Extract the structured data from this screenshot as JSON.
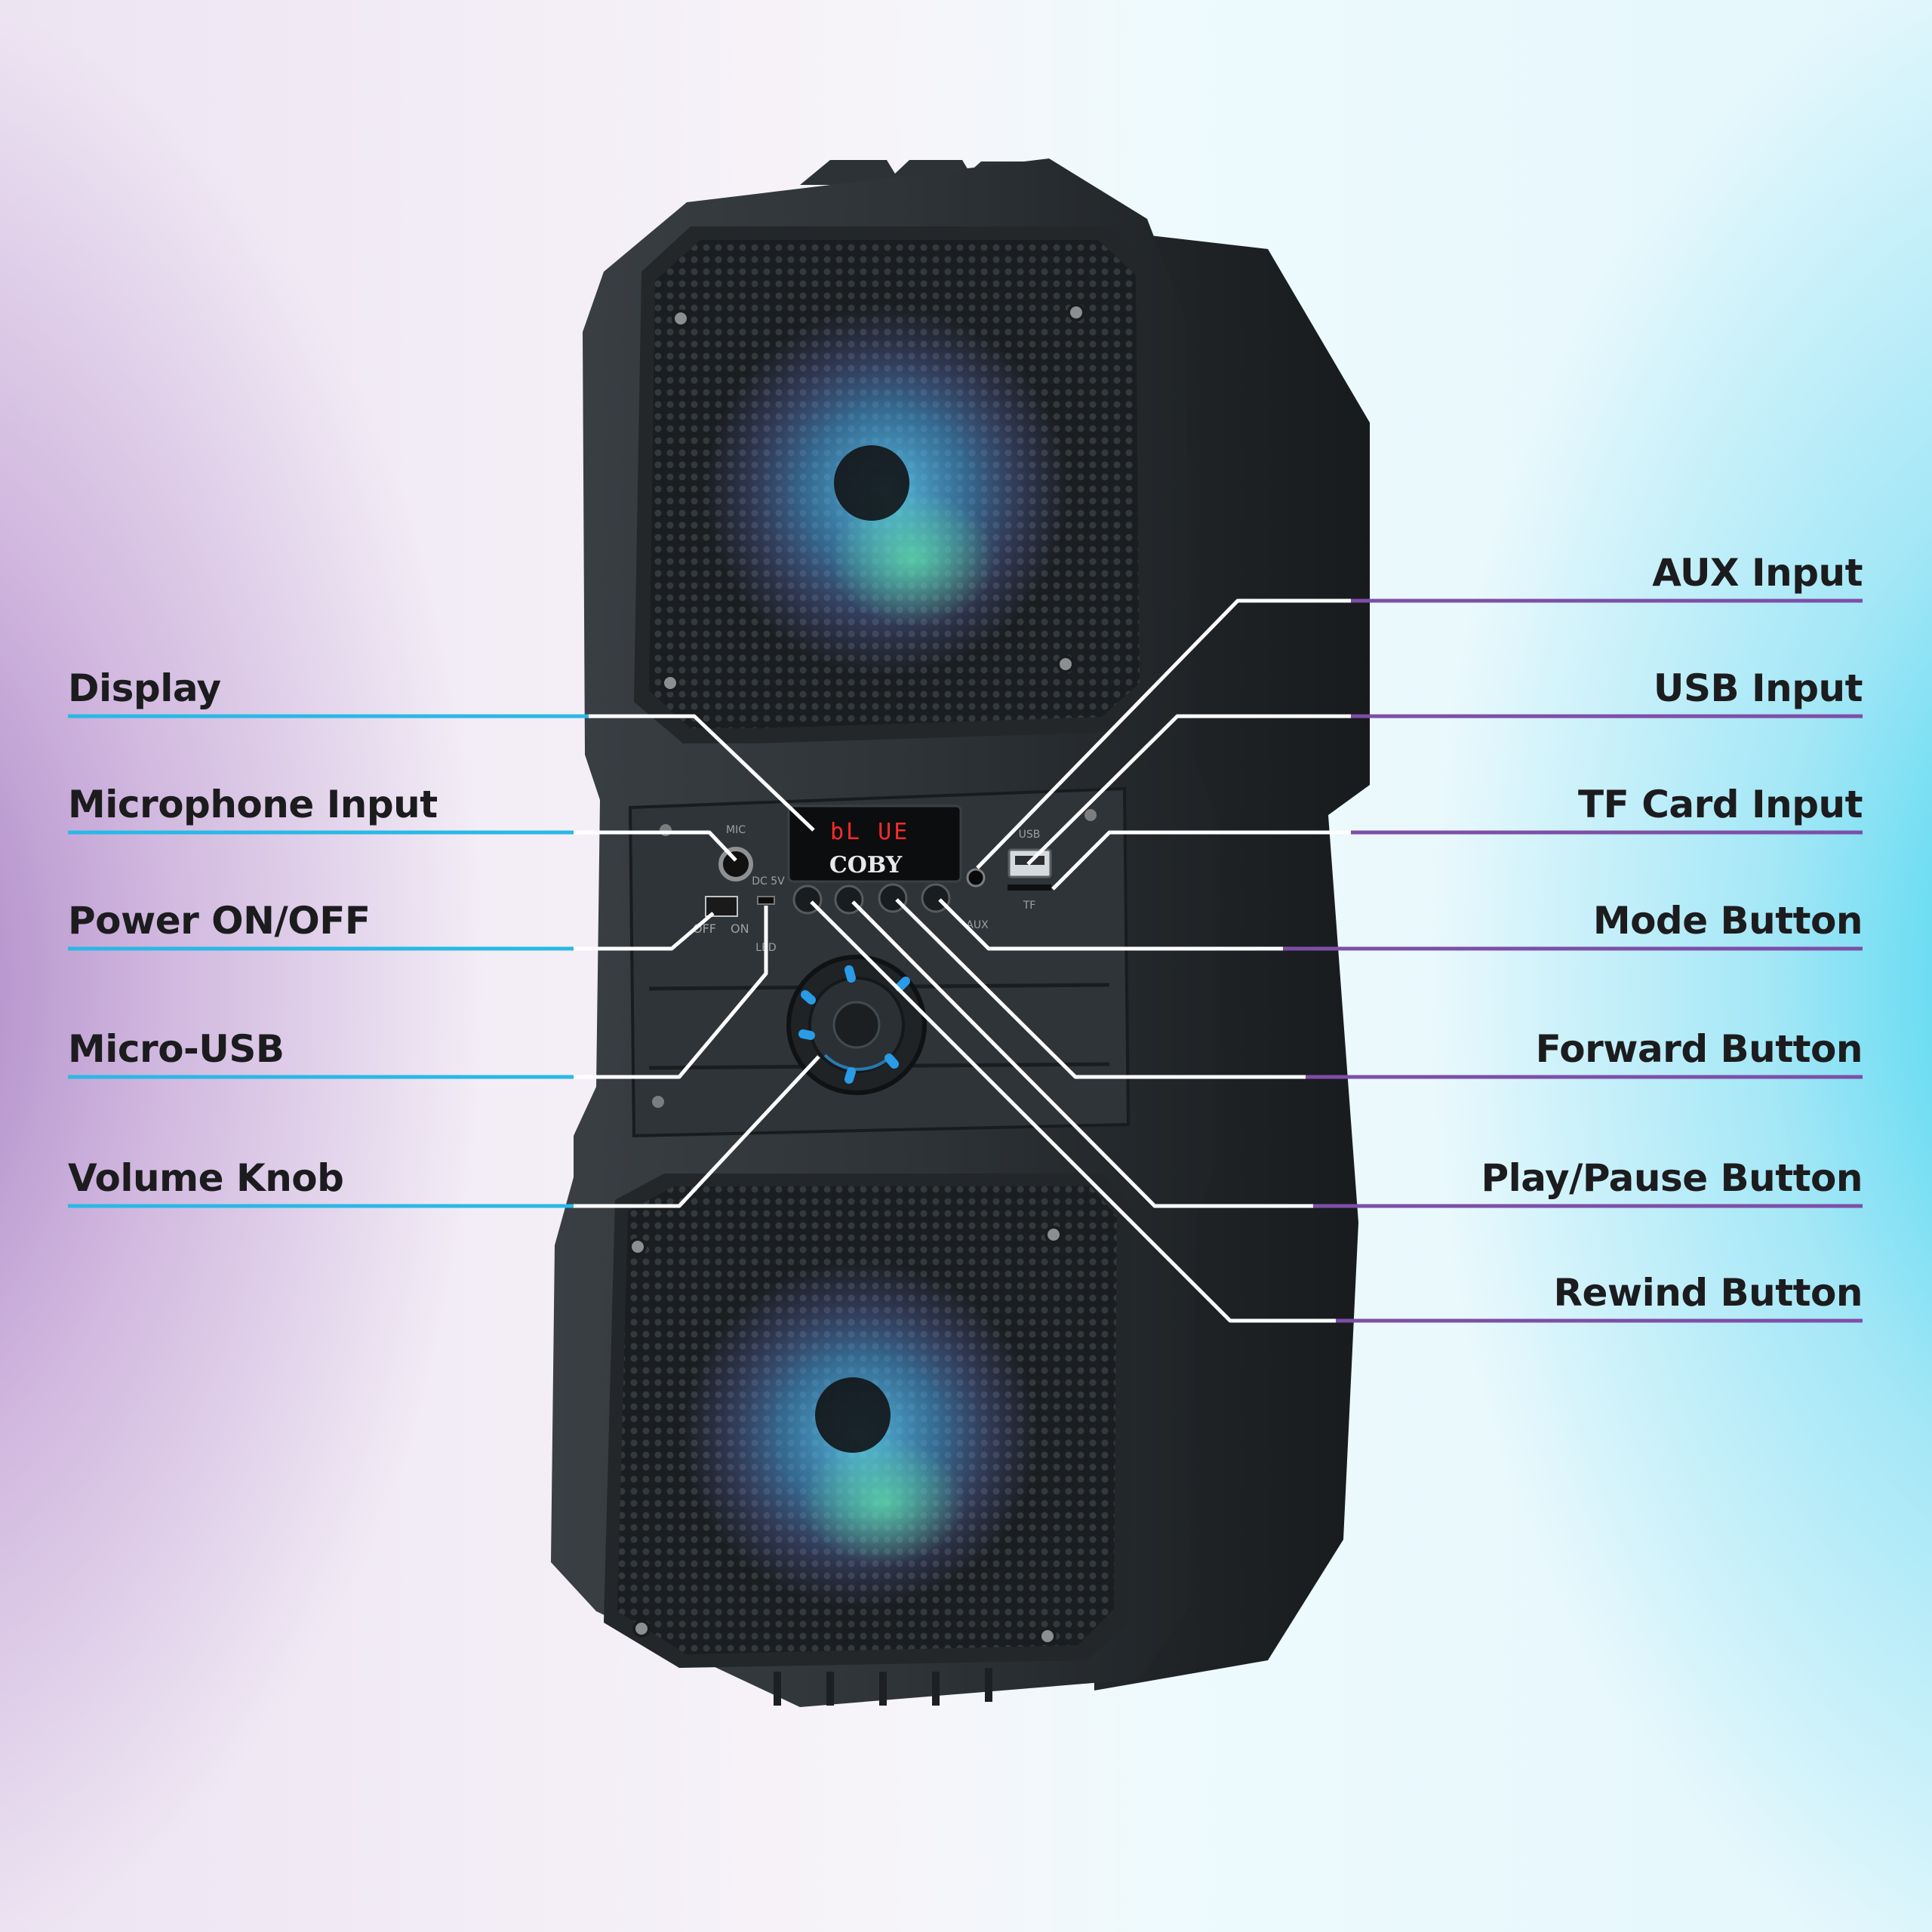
{
  "colors": {
    "left_callout_line": "#2ab8e6",
    "right_callout_line": "#7d4fa8",
    "leader_line": "#ffffff",
    "speaker_body": "#2c3034",
    "display_digits": "#ff2a2a",
    "knob_accent": "#2a9be6"
  },
  "callouts": {
    "left": [
      {
        "id": "display",
        "label": "Display"
      },
      {
        "id": "microphone-input",
        "label": "Microphone Input"
      },
      {
        "id": "power-on-off",
        "label": "Power ON/OFF"
      },
      {
        "id": "micro-usb",
        "label": "Micro-USB"
      },
      {
        "id": "volume-knob",
        "label": "Volume Knob"
      }
    ],
    "right": [
      {
        "id": "aux-input",
        "label": "AUX Input"
      },
      {
        "id": "usb-input",
        "label": "USB Input"
      },
      {
        "id": "tf-card-input",
        "label": "TF Card Input"
      },
      {
        "id": "mode-button",
        "label": "Mode Button"
      },
      {
        "id": "forward-button",
        "label": "Forward Button"
      },
      {
        "id": "play-pause-button",
        "label": "Play/Pause Button"
      },
      {
        "id": "rewind-button",
        "label": "Rewind Button"
      }
    ]
  },
  "device": {
    "brand": "COBY",
    "display_readout": "bL UE",
    "panel_labels": {
      "mic": "MIC",
      "dc": "DC 5V",
      "off": "OFF",
      "on": "ON",
      "led": "LED",
      "usb": "USB",
      "aux": "AUX",
      "tf": "TF"
    }
  }
}
